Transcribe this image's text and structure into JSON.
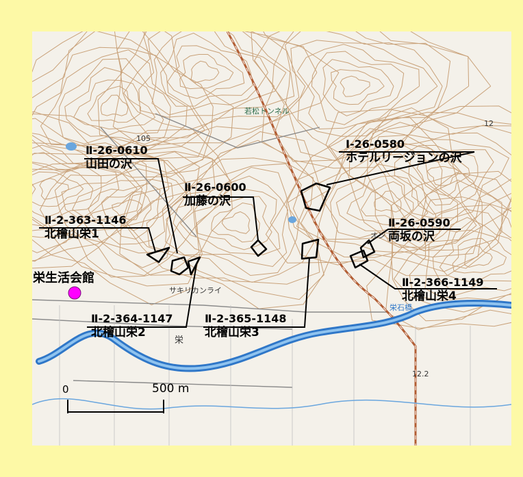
{
  "map": {
    "landmark": {
      "label": "栄生活会館",
      "marker_color": "#ff00ff"
    },
    "sites": [
      {
        "id": "s1",
        "code": "Ⅱ-26-0610",
        "name": "山田の沢"
      },
      {
        "id": "s2",
        "code": "Ⅱ-26-0600",
        "name": "加藤の沢"
      },
      {
        "id": "s3",
        "code": "Ⅰ-26-0580",
        "name": "ホテルリージョンの沢"
      },
      {
        "id": "s4",
        "code": "Ⅱ-2-363-1146",
        "name": "北檜山栄1"
      },
      {
        "id": "s5",
        "code": "Ⅱ-26-0590",
        "name": "両坂の沢"
      },
      {
        "id": "s6",
        "code": "Ⅱ-2-366-1149",
        "name": "北檜山栄4"
      },
      {
        "id": "s7",
        "code": "Ⅱ-2-364-1147",
        "name": "北檜山栄2"
      },
      {
        "id": "s8",
        "code": "Ⅱ-2-365-1148",
        "name": "北檜山栄3"
      }
    ],
    "scale_bar": {
      "start_label": "0",
      "end_label": "500 m"
    },
    "background_text": {
      "tunnel": "若松トンネル",
      "district": "サキリカンライ",
      "area": "栄",
      "station": "栄石橋",
      "elev1": "105",
      "elev2": "12.2",
      "elev3": "12",
      "misc": "オン"
    },
    "colors": {
      "frame": "#fdf9a6",
      "contour": "#c9a27a",
      "river": "#2f77c8",
      "road": "#8a8a8a",
      "railway": "#b25d33"
    }
  }
}
